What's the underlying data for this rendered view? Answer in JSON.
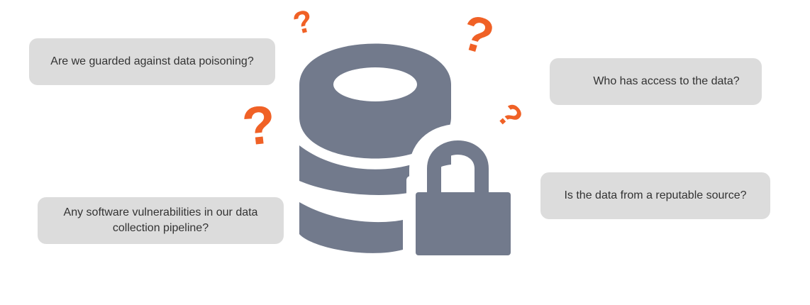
{
  "questions": {
    "poisoning": "Are we guarded against data poisoning?",
    "access": "Who has access to the data?",
    "source": "Is the data from a reputable source?",
    "vulnerabilities": "Any software vulnerabilities in our data collection pipeline?"
  },
  "icons": {
    "database": "database-icon",
    "lock": "padlock-icon",
    "question": "question-mark-icon"
  },
  "colors": {
    "icon": "#727a8c",
    "accent": "#f06126",
    "bubble": "#dcdcdc",
    "text": "#333333"
  }
}
